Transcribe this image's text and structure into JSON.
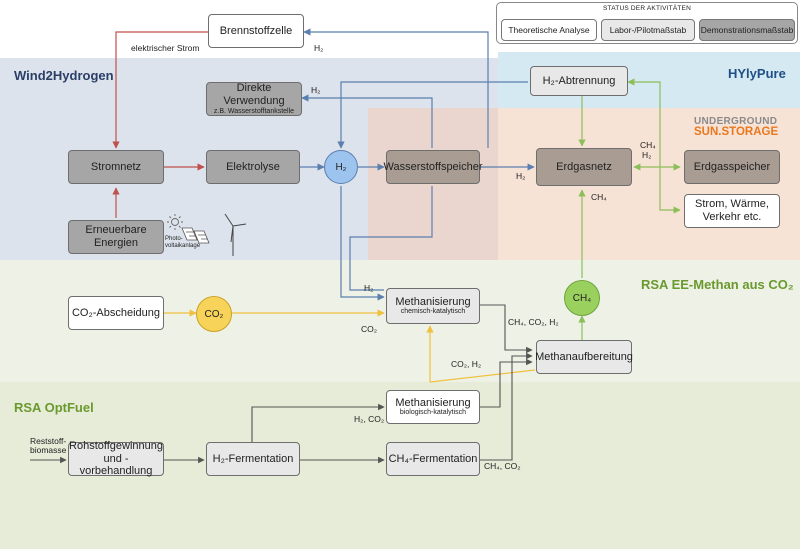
{
  "legend": {
    "title": "STATUS DER AKTIVITÄTEN",
    "items": [
      "Theoretische Analyse",
      "Labor-/Pilotmaßstab",
      "Demonstrationsmaßstab"
    ]
  },
  "regions": {
    "wind": "Wind2Hydrogen",
    "hylypure": "HYlyPure",
    "rsa_ee": "RSA EE-Methan aus CO₂",
    "optfuel": "RSA OptFuel"
  },
  "logo": {
    "line1": "UNDERGROUND",
    "line2": "SUN.STORAGE"
  },
  "boxes": {
    "brennstoffzelle": "Brennstoffzelle",
    "direkte_title": "Direkte Verwendung",
    "direkte_sub": "z.B. Wasserstofftankstelle",
    "h2_abtrennung": "H₂-Abtrennung",
    "stromnetz": "Stromnetz",
    "elektrolyse": "Elektrolyse",
    "wasserstoffspeicher": "Wasserstoffspeicher",
    "erdgasnetz": "Erdgasnetz",
    "erdgasspeicher": "Erdgasspeicher",
    "strom_waerme": "Strom, Wärme, Verkehr etc.",
    "erneuerbare": "Erneuerbare Energien",
    "co2_abscheidung": "CO₂-Abscheidung",
    "meth_chem_title": "Methanisierung",
    "meth_chem_sub": "chemisch-katalytisch",
    "methanaufbereitung": "Methanaufbereitung",
    "meth_bio_title": "Methanisierung",
    "meth_bio_sub": "biologisch-katalytisch",
    "rohstoff": "Rohstoffgewinnung und -vorbehandlung",
    "h2_fermentation": "H₂-Fermentation",
    "ch4_fermentation": "CH₄-Fermentation"
  },
  "circles": {
    "h2": "H₂",
    "co2": "CO₂",
    "ch4": "CH₄"
  },
  "labels": {
    "elektrischer_strom": "elektrischer Strom",
    "h2_top": "H₂",
    "h2_direkte": "H₂",
    "ch4_h2_a": "CH₄",
    "ch4_h2_b": "H₂",
    "h2_erdgas": "H₂",
    "ch4_erdgas": "CH₄",
    "photovoltaik": "Photo-voltaikanlage",
    "h2_meth": "H₂",
    "co2_meth": "CO₂",
    "ch4_co2_h2": "CH₄, CO₂, H₂",
    "co2_h2": "CO₂, H₂",
    "h2_co2_bio": "H₂, CO₂",
    "ch4_co2": "CH₄, CO₂",
    "reststoff": "Reststoff-biomasse"
  },
  "colors": {
    "wind_bg": "#dde3ec",
    "hylypure_bg": "#d5e9f2",
    "uss_bg": "#f7e2d6",
    "hatch_bg": "#ead6cf",
    "rsa_ee_bg": "#eef1e6",
    "optfuel_bg": "#e6ecd8",
    "wind_text": "#2b3f66",
    "hylypure_text": "#1f4f86",
    "green_text": "#6a9a2e",
    "red_line": "#c0504d",
    "blue_line": "#5b7fae",
    "green_line": "#8cbf5a",
    "yellow_line": "#f0c040",
    "gray_line": "#555555",
    "h2_circle": "#9cc4ee",
    "co2_circle": "#f7d35a",
    "ch4_circle": "#9ad15e",
    "logo_gray": "#8a8a8a",
    "logo_orange": "#e8781e"
  }
}
